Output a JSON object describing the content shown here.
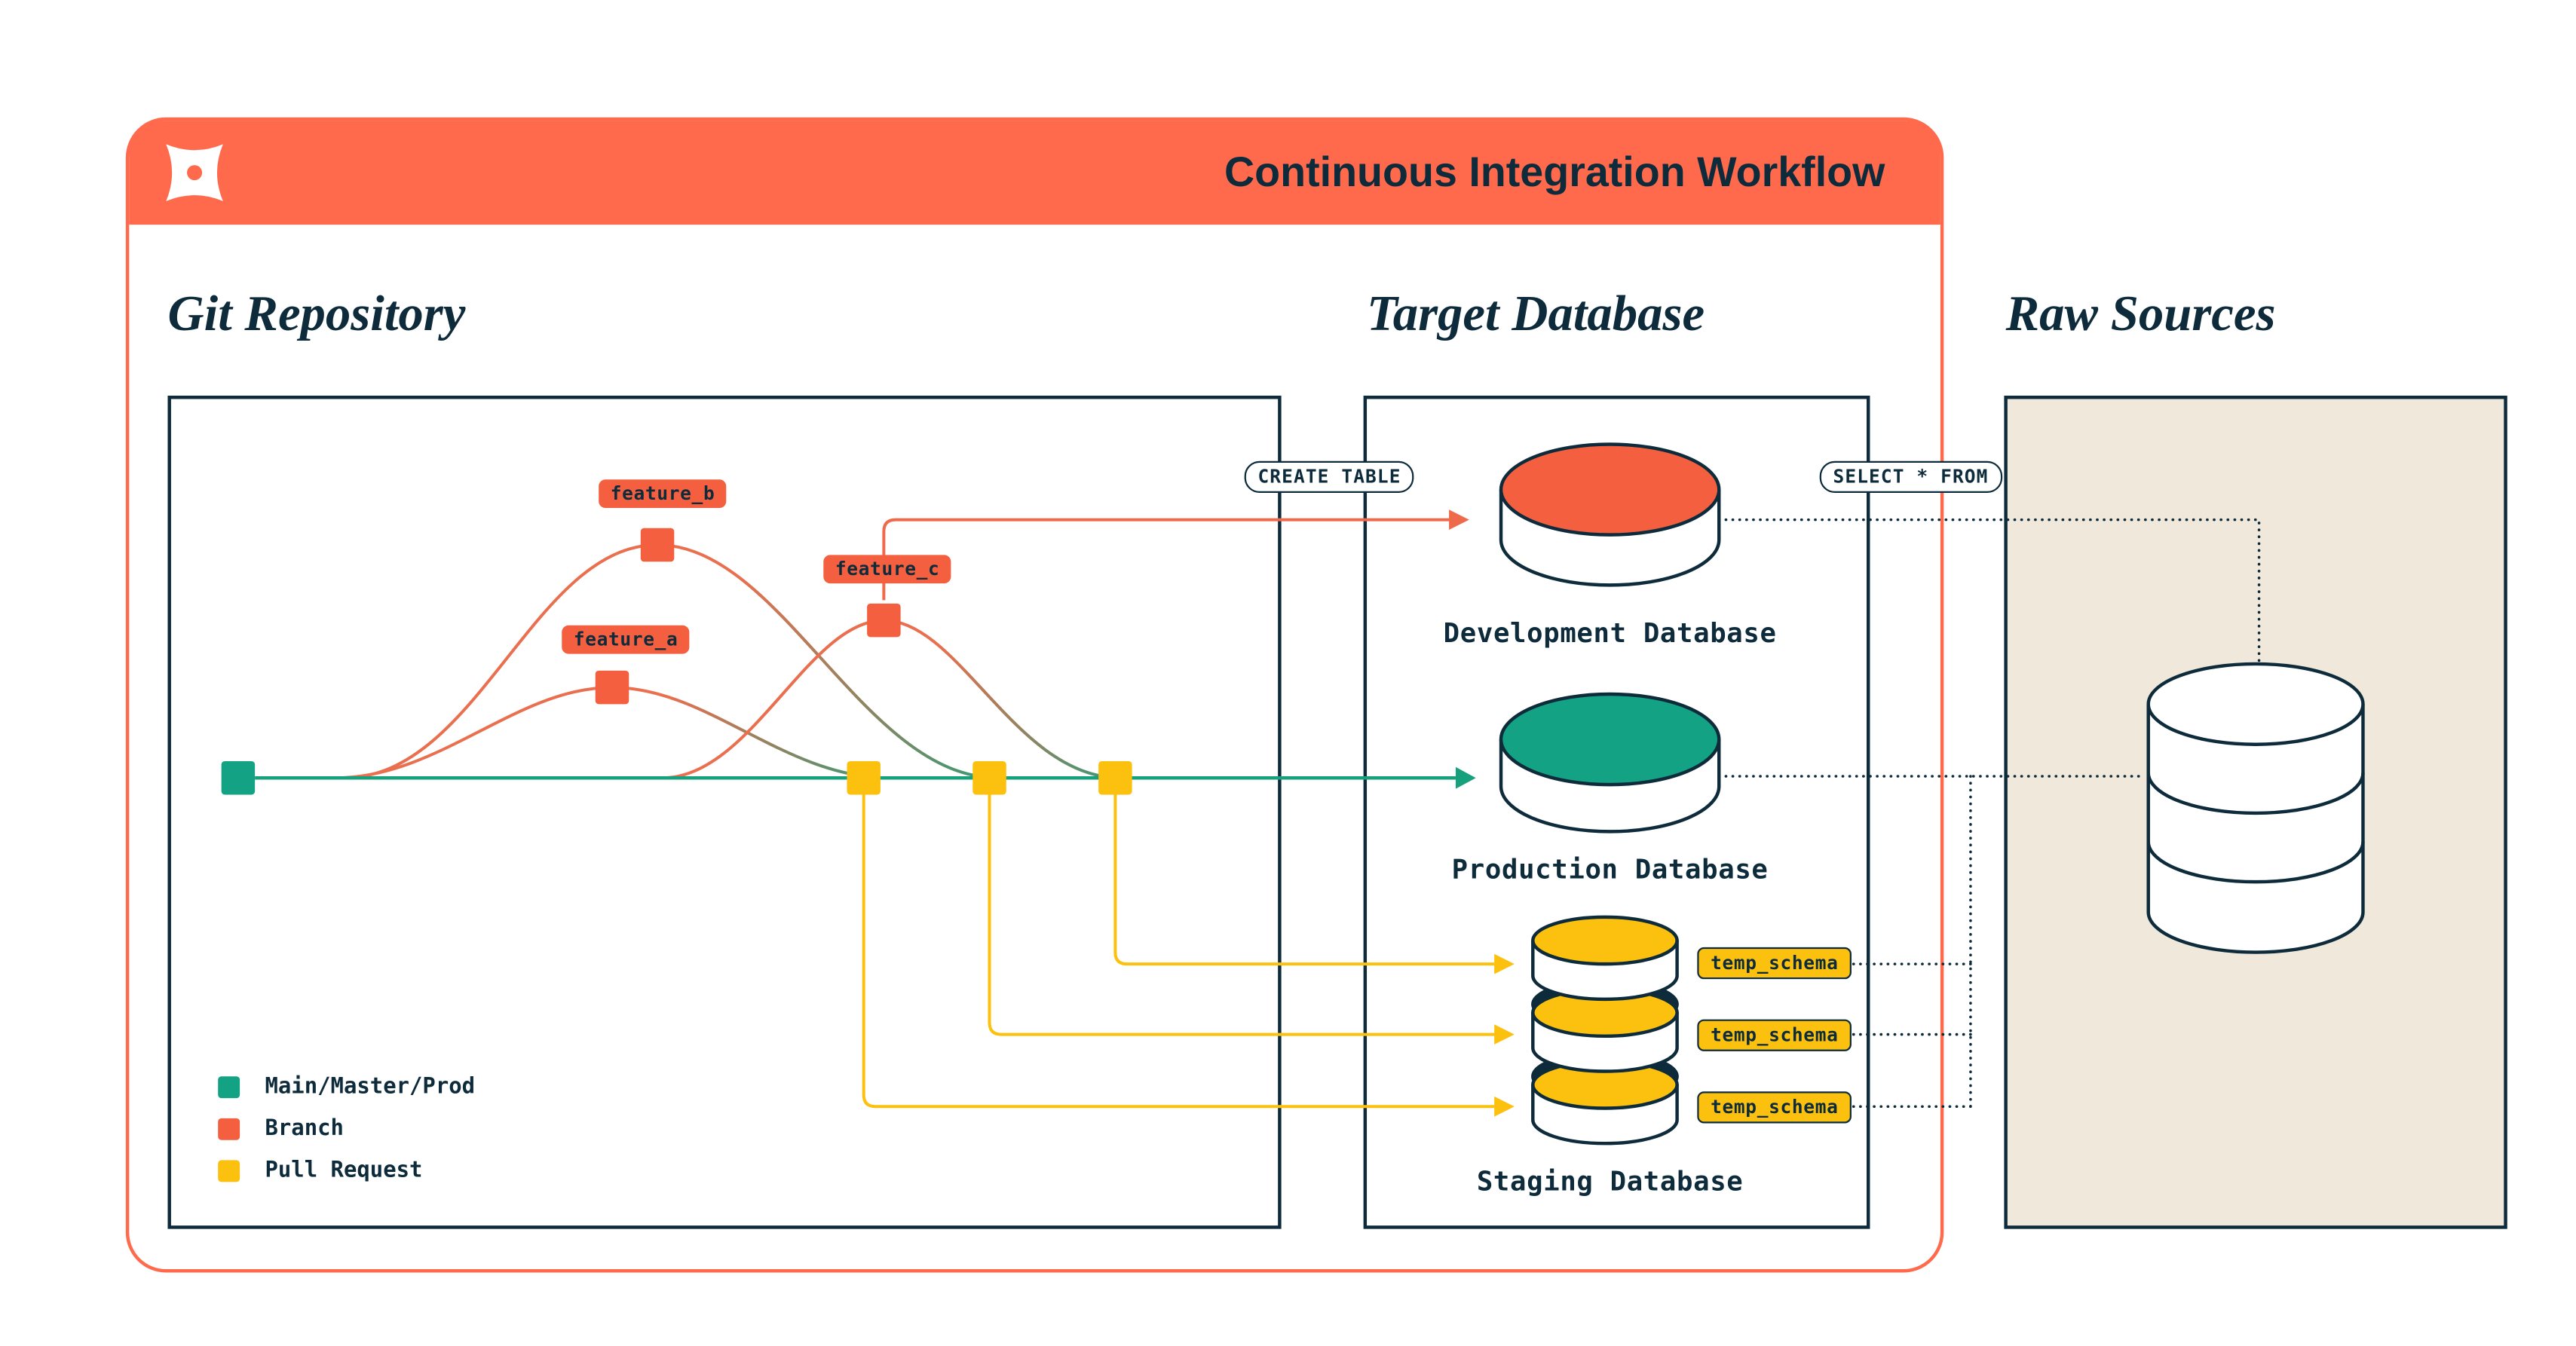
{
  "header": {
    "title": "Continuous Integration Workflow"
  },
  "icons": {
    "logo": "dbt-logo-icon"
  },
  "sections": {
    "git_repository": {
      "heading": "Git Repository"
    },
    "target_database": {
      "heading": "Target Database"
    },
    "raw_sources": {
      "heading": "Raw Sources"
    }
  },
  "git": {
    "branch_labels": {
      "a": "feature_a",
      "b": "feature_b",
      "c": "feature_c"
    },
    "legend": [
      {
        "label": "Main/Master/Prod",
        "color": "#13A384"
      },
      {
        "label": "Branch",
        "color": "#F4603F"
      },
      {
        "label": "Pull Request",
        "color": "#FBC10E"
      }
    ]
  },
  "target": {
    "databases": [
      {
        "label": "Development Database",
        "color": "#F4603F"
      },
      {
        "label": "Production Database",
        "color": "#13A384"
      },
      {
        "label": "Staging Database",
        "color": "#FBC10E"
      }
    ],
    "schema_tags": [
      "temp_schema",
      "temp_schema",
      "temp_schema"
    ]
  },
  "badges": {
    "create_table": "CREATE TABLE",
    "select_from": "SELECT * FROM"
  },
  "colors": {
    "accent_orange": "#FF6A4C",
    "branch_orange": "#F4603F",
    "teal_green": "#13A384",
    "yellow": "#FBC10E",
    "navy": "#0D2B3B",
    "beige": "#EFE8DB"
  }
}
